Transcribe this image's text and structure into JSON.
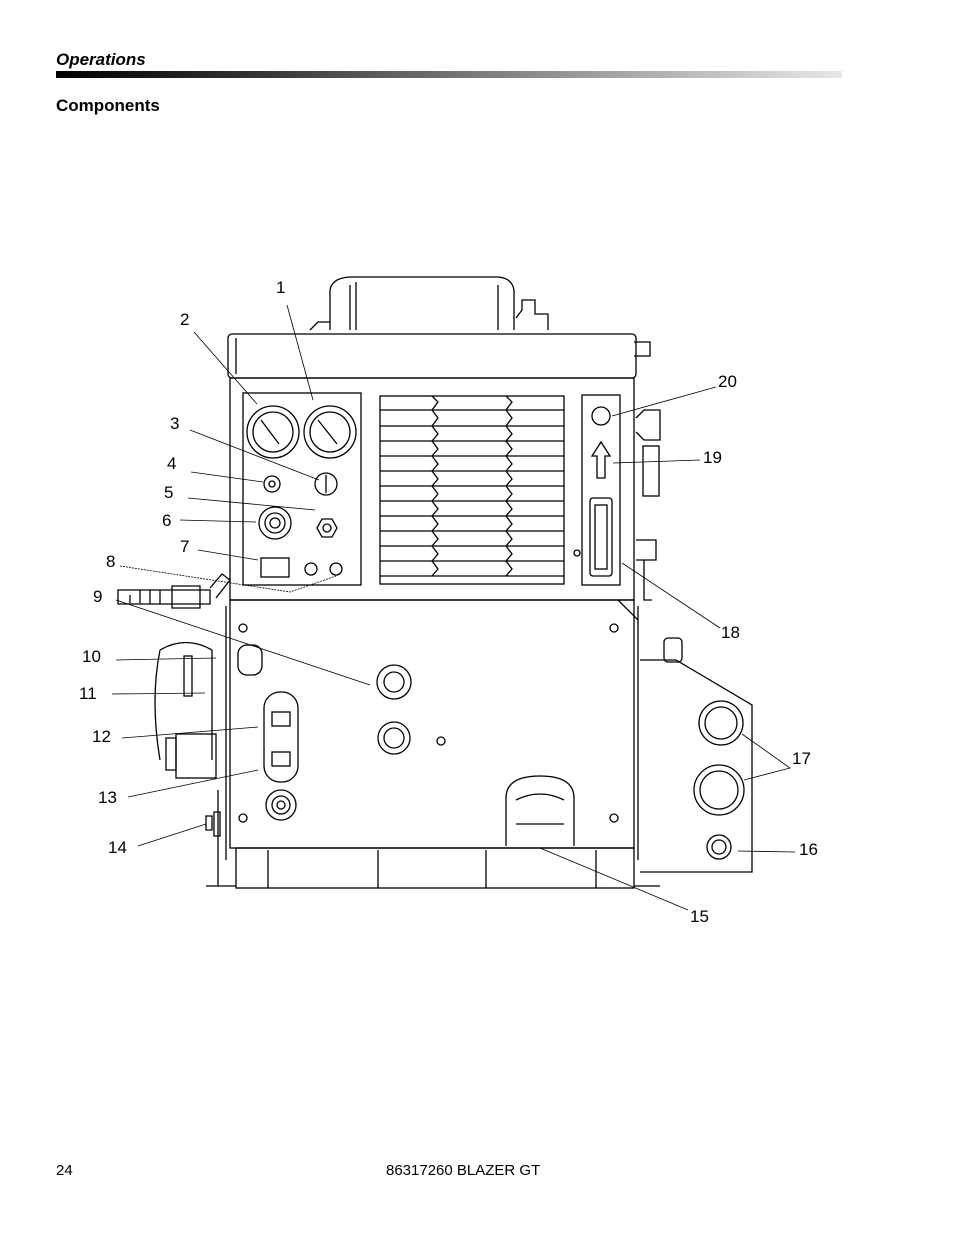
{
  "header": {
    "section": "Operations"
  },
  "section_title": "Components",
  "diagram": {
    "callouts": [
      {
        "id": "1"
      },
      {
        "id": "2"
      },
      {
        "id": "3"
      },
      {
        "id": "4"
      },
      {
        "id": "5"
      },
      {
        "id": "6"
      },
      {
        "id": "7"
      },
      {
        "id": "8"
      },
      {
        "id": "9"
      },
      {
        "id": "10"
      },
      {
        "id": "11"
      },
      {
        "id": "12"
      },
      {
        "id": "13"
      },
      {
        "id": "14"
      },
      {
        "id": "15"
      },
      {
        "id": "16"
      },
      {
        "id": "17"
      },
      {
        "id": "18"
      },
      {
        "id": "19"
      },
      {
        "id": "20"
      }
    ]
  },
  "footer": {
    "page_number": "24",
    "document": "86317260 BLAZER GT"
  }
}
